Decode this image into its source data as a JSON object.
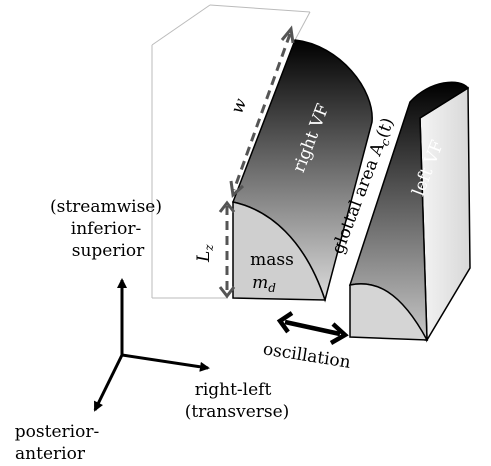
{
  "labels": {
    "w": "w",
    "right_vf": "right VF",
    "left_vf": "left VF",
    "glottal_area": "glottal area A",
    "glottal_sub": "c",
    "glottal_t": "(t)",
    "lz": "L",
    "lz_sub": "z",
    "mass": "mass",
    "md": "m",
    "md_sub": "d",
    "oscillation": "oscillation",
    "axis_up_1": "(streamwise)",
    "axis_up_2": "inferior-",
    "axis_up_3": "superior",
    "axis_right_1": "right-left",
    "axis_right_2": "(transverse)",
    "axis_down_1": "posterior-",
    "axis_down_2": "anterior"
  },
  "colors": {
    "fold_dark": "#000000",
    "fold_light": "#d9d9d9",
    "face_light": "#d0d0d0",
    "dashed": "#555555",
    "frame": "#bbbbbb"
  }
}
